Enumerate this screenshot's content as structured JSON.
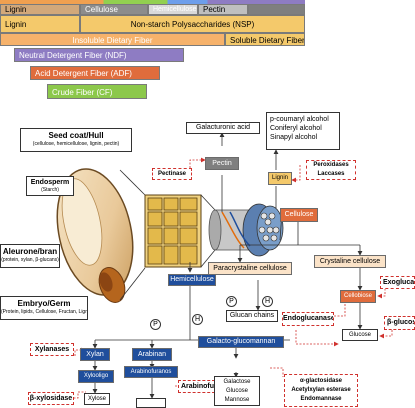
{
  "bars": {
    "row1": {
      "lignin": "Lignin",
      "cellulose": "Cellulose",
      "hemicellulose": "Hemicellulose",
      "pectin": "Pectin"
    },
    "row2": {
      "lignin": "Lignin",
      "nsp": "Non-starch Polysaccharides (NSP)"
    },
    "row3": {
      "insoluble": "Insoluble Dietary Fiber",
      "soluble": "Soluble Dietary Fiber"
    },
    "ndf": "Neutral Detergent Fiber (NDF)",
    "adf": "Acid Detergent Fiber (ADF)",
    "cf": "Crude Fiber (CF)"
  },
  "seed": {
    "seed_coat_title": "Seed coat/Hull",
    "seed_coat_sub": "(cellulose, hemicellulose, lignin, pectin)",
    "endosperm_title": "Endosperm",
    "endosperm_sub": "(Starch)",
    "aleurone_title": "Aleurone/bran",
    "aleurone_sub": "(protein, xylan, β-glucans)",
    "embryo_title": "Embryo/Germ",
    "embryo_sub": "(Protein, lipids, Cellulose, Fructan, Lignin)"
  },
  "pathway": {
    "galacturonic": "Galacturonic acid",
    "alcohols": [
      "p-coumaryl alcohol",
      "Coniferyl alcohol",
      "Sinapyl alcohol"
    ],
    "pectin": "Pectin",
    "pectinase": "Pectinase",
    "lignin": "Lignin",
    "peroxidases": [
      "Peroxidases",
      "Laccases"
    ],
    "cellulose": "Cellulose",
    "paracrystalline": "Paracrystaline cellulose",
    "crystaline": "Crystaline cellulose",
    "hemicellulose": "Hemicellulose",
    "p_label": "P",
    "h_label": "H",
    "glucan_chains": "Glucan chains",
    "endoglucanase": "Endoglucanase",
    "cellobiose": "Cellobiose",
    "exoglucanase": "Exoglucan",
    "glucose": "Glucose",
    "beta_glucosidase": "β-glucos",
    "galacto_glucomannan": "Galacto-glucomannan",
    "xylanases": "Xylanases",
    "xylan": "Xylan",
    "arabinan": "Arabinan",
    "xylooligo": "Xylooligo",
    "arabinofuranos": "Arabinofuranos",
    "arabinofuranosidase": "Arabinofuranosidase",
    "sugars": [
      "Galactose",
      "Glucose",
      "Mannose"
    ],
    "enzymes_right": [
      "α-glactosidase",
      "Acetylxylan esterase",
      "Endomannase"
    ],
    "beta_xylosidase": "β-xylosidase",
    "xylose": "Xylose"
  },
  "colors": {
    "green": "#92d050",
    "orange": "#f6b26b",
    "purple": "#8e7cc3",
    "blue": "#6d9eeb",
    "red_orange": "#e06c3c",
    "lime": "#8cc84b",
    "grey": "#7f7f7f",
    "dark_blue": "#1f4e9c",
    "dark_orange": "#e36c0a",
    "gold": "#f4c96b"
  }
}
